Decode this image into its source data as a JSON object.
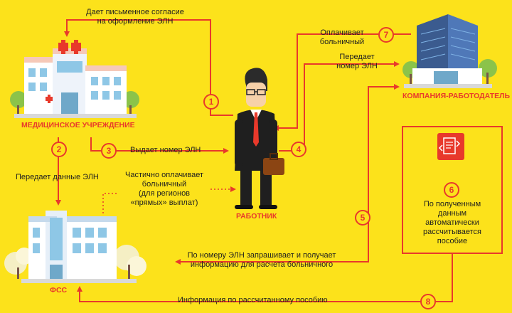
{
  "labels": {
    "medical": "МЕДИЦИНСКОЕ УЧРЕЖДЕНИЕ",
    "fss": "ФСС",
    "worker": "РАБОТНИК",
    "company": "КОМПАНИЯ-РАБОТОДАТЕЛЬ"
  },
  "steps": {
    "s1": {
      "num": "1",
      "text_line1": "Дает письменное согласие",
      "text_line2": "на оформление ЭЛН"
    },
    "s2": {
      "num": "2",
      "text": "Передает данные ЭЛН"
    },
    "s3": {
      "num": "3",
      "text": "Выдает номер ЭЛН"
    },
    "s4": {
      "num": "4",
      "text_line1": "Передает",
      "text_line2": "номер ЭЛН"
    },
    "s5": {
      "num": "5",
      "text_line1": "По номеру ЭЛН запрашивает и получает",
      "text_line2": "информацию для расчета больничного"
    },
    "s6": {
      "num": "6",
      "text_line1": "По полученным",
      "text_line2": "данным",
      "text_line3": "автоматически",
      "text_line4": "рассчитывается",
      "text_line5": "пособие"
    },
    "s7": {
      "num": "7",
      "text_line1": "Оплачивает",
      "text_line2": "больничный"
    },
    "s8": {
      "num": "8",
      "text": "Информация по рассчитанному пособию"
    }
  },
  "partial": {
    "line1": "Частично оплачивает",
    "line2": "больничный",
    "line3": "(для регионов",
    "line4": "«прямых» выплат)"
  },
  "colors": {
    "background": "#FCE21B",
    "accent": "#E8392B"
  }
}
